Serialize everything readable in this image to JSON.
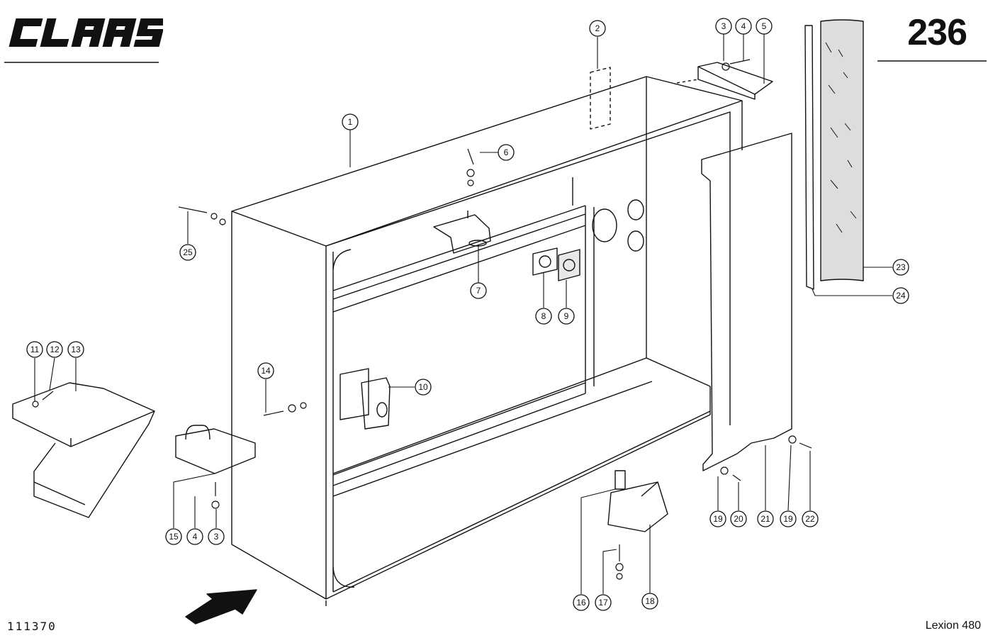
{
  "brand": {
    "logo_text": "CLAAS"
  },
  "page_number": "236",
  "drawing_number": "111370",
  "model": "Lexion 480",
  "callouts": [
    "1",
    "2",
    "3",
    "4",
    "5",
    "6",
    "7",
    "8",
    "9",
    "10",
    "11",
    "12",
    "13",
    "14",
    "15",
    "4",
    "3",
    "16",
    "17",
    "18",
    "19",
    "20",
    "21",
    "19",
    "22",
    "23",
    "24",
    "25"
  ]
}
